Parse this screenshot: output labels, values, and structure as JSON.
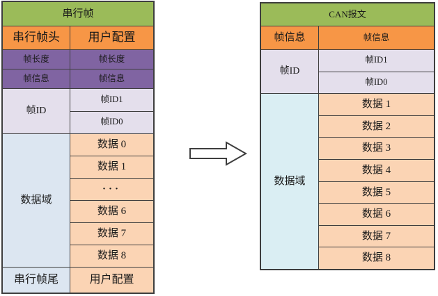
{
  "left_table": {
    "title": "串行帧",
    "header_row": {
      "left": "串行帧头",
      "right": "用户配置"
    },
    "purple_rows": [
      {
        "left": "帧长度",
        "right": "帧长度"
      },
      {
        "left": "帧信息",
        "right": "帧信息"
      }
    ],
    "id_group": {
      "label": "帧ID",
      "cells": [
        "帧ID1",
        "帧ID0"
      ]
    },
    "data_group": {
      "label": "数据域",
      "cells": [
        "数据 0",
        "数据 1",
        "···",
        "数据 6",
        "数据 7",
        "数据 8"
      ]
    },
    "footer_row": {
      "left": "串行帧尾",
      "right": "用户配置"
    }
  },
  "right_table": {
    "title": "CAN报文",
    "header_row": {
      "left": "帧信息",
      "right": "帧信息"
    },
    "id_group": {
      "label": "帧ID",
      "cells": [
        "帧ID1",
        "帧ID0"
      ]
    },
    "data_group": {
      "label": "数据域",
      "cells": [
        "数据 1",
        "数据 2",
        "数据 3",
        "数据 4",
        "数据 5",
        "数据 6",
        "数据 7",
        "数据 8"
      ]
    }
  },
  "arrow": {
    "direction": "right"
  },
  "colors": {
    "green_header": "#9BBB59",
    "orange": "#F79646",
    "purple": "#8064A2",
    "lavender": "#E4DFEC",
    "light_blue_left": "#DCE6F1",
    "light_blue_right": "#DAEEF3",
    "peach": "#FBD4B4",
    "border": "#3E3E3E"
  }
}
